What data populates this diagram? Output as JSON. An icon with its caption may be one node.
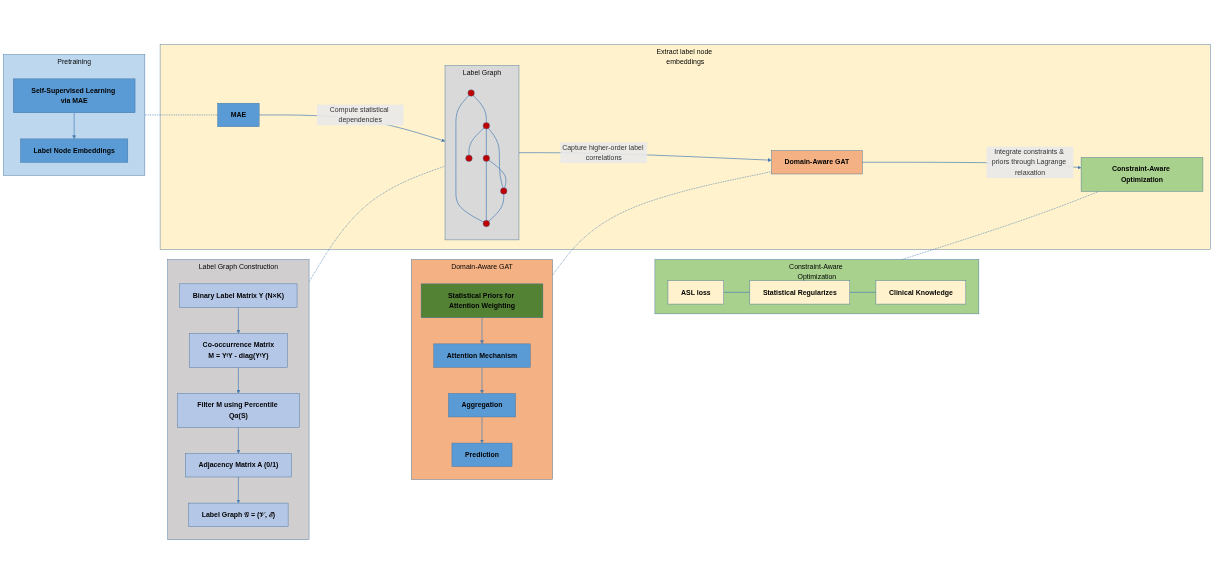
{
  "diagram": {
    "nodes": [
      {
        "text": [
          "Pretraining"
        ]
      },
      {
        "text": [
          "Self-Supervised Learning via MAE"
        ],
        "in": 0
      },
      {
        "text": [
          "Label Node Embeddings"
        ],
        "in": 0
      },
      {
        "text": [
          "Domain-Aware GAT"
        ]
      },
      {
        "text": [
          "Statistical Priors for Attention Weighting"
        ],
        "in": 3
      },
      {
        "text": [
          "Prediction"
        ],
        "in": 3
      },
      {
        "text": [
          "Attention Mechanism"
        ],
        "in": 3
      },
      {
        "text": [
          "Aggregation"
        ],
        "in": 3
      },
      {
        "text": [
          "Extract label node embeddings"
        ]
      },
      {
        "text": [
          "MAE"
        ],
        "in": 8
      },
      {
        "text": [
          "Label Graph"
        ],
        "in": 8
      },
      {
        "text": [],
        "shape": "circle",
        "in": 10
      },
      {
        "text": [],
        "shape": "circle",
        "in": 10
      },
      {
        "text": [],
        "shape": "circle",
        "in": 10
      },
      {
        "text": [],
        "shape": "circle",
        "in": 10
      },
      {
        "text": [],
        "shape": "circle",
        "in": 10
      },
      {
        "text": [],
        "shape": "circle",
        "in": 10
      },
      {
        "text": [
          "Domain-Aware GAT"
        ],
        "in": 8
      },
      {
        "text": [
          "Constraint-Aware Optimization"
        ],
        "in": 8
      },
      {
        "text": [
          "Label Graph Construction"
        ]
      },
      {
        "text": [
          "Binary Label Matrix Y (N×K)"
        ],
        "in": 19
      },
      {
        "text": [
          "Co-occurrence Matrix",
          "M = YᵗY - diag(YᵗY)"
        ],
        "in": 19
      },
      {
        "text": [
          "Filter M using Percentile Qα(S)"
        ],
        "in": 19
      },
      {
        "text": [
          "Adjacency Matrix A (0/1)"
        ],
        "in": 19
      },
      {
        "text": [
          "Label Graph 𝒢 = (𝒱, ℰ)"
        ],
        "in": 19
      },
      {
        "text": [
          "Constraint-Aware Optimization"
        ]
      },
      {
        "text": [
          "ASL loss"
        ],
        "in": 25
      },
      {
        "text": [
          "Statistical Regularizes"
        ],
        "in": 25
      },
      {
        "text": [
          "Clinical Knowledge"
        ],
        "in": 25
      }
    ],
    "edges": [
      {
        "from": 1,
        "to": 2,
        "arrow": "to"
      },
      {
        "from": 4,
        "to": 6,
        "arrow": "to"
      },
      {
        "from": 6,
        "to": 7,
        "arrow": "to"
      },
      {
        "from": 7,
        "to": 5,
        "arrow": "to"
      },
      {
        "from": 9,
        "to": 10,
        "arrow": "to",
        "label": "Compute statistical dependencies"
      },
      {
        "from": 10,
        "to": 17,
        "arrow": "to",
        "label": "Capture higher-order label correlations"
      },
      {
        "from": 17,
        "to": 18,
        "arrow": "to",
        "label": "Integrate constraints & priors through Lagrange relaxation"
      },
      {
        "from": 11,
        "to": 13,
        "arrow": "none"
      },
      {
        "from": 13,
        "to": 12,
        "arrow": "none"
      },
      {
        "from": 13,
        "to": 14,
        "arrow": "none"
      },
      {
        "from": 13,
        "to": 15,
        "arrow": "none"
      },
      {
        "from": 11,
        "to": 16,
        "arrow": "none"
      },
      {
        "from": 12,
        "to": 15,
        "arrow": "none"
      },
      {
        "from": 12,
        "to": 16,
        "arrow": "none"
      },
      {
        "from": 15,
        "to": 16,
        "arrow": "none"
      },
      {
        "from": 20,
        "to": 21,
        "arrow": "to"
      },
      {
        "from": 21,
        "to": 22,
        "arrow": "to"
      },
      {
        "from": 22,
        "to": 23,
        "arrow": "to"
      },
      {
        "from": 23,
        "to": 24,
        "arrow": "to"
      },
      {
        "from": 26,
        "to": 27,
        "arrow": "none"
      },
      {
        "from": 27,
        "to": 28,
        "arrow": "none"
      },
      {
        "from": 0,
        "to": 9,
        "arrow": "none",
        "style": "dashed"
      },
      {
        "from": 3,
        "to": 17,
        "arrow": "none",
        "style": "dashed"
      },
      {
        "from": 19,
        "to": 10,
        "arrow": "none",
        "style": "dashed"
      },
      {
        "from": 25,
        "to": 18,
        "arrow": "none",
        "style": "dashed"
      }
    ]
  }
}
